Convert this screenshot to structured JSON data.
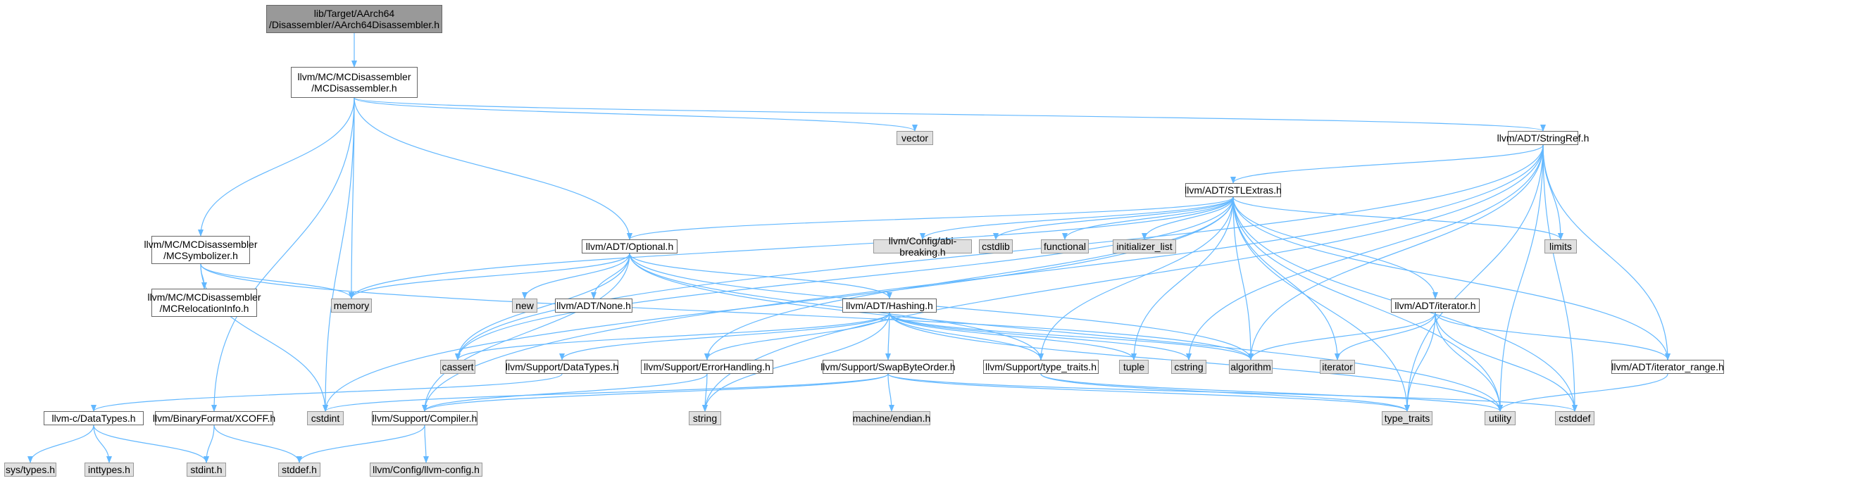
{
  "colors": {
    "edge": "#63b8ff",
    "root_fill": "#999999",
    "header_fill": "#ffffff",
    "std_fill": "#e0e0e0",
    "border": "#666666"
  },
  "nodes": {
    "root": "lib/Target/AArch64\n/Disassembler/AArch64Disassembler.h",
    "mcdisassembler": "llvm/MC/MCDisassembler\n/MCDisassembler.h",
    "mcsymbolizer": "llvm/MC/MCDisassembler\n/MCSymbolizer.h",
    "mcrelocationinfo": "llvm/MC/MCDisassembler\n/MCRelocationInfo.h",
    "optional": "llvm/ADT/Optional.h",
    "stringref": "llvm/ADT/StringRef.h",
    "stlextras": "llvm/ADT/STLExtras.h",
    "hashing": "llvm/ADT/Hashing.h",
    "iterator_h": "llvm/ADT/iterator.h",
    "iterator_range": "llvm/ADT/iterator_range.h",
    "none": "llvm/ADT/None.h",
    "datatypes_support": "llvm/Support/DataTypes.h",
    "errorhandling": "llvm/Support/ErrorHandling.h",
    "swapbyteorder": "llvm/Support/SwapByteOrder.h",
    "type_traits_support": "llvm/Support/type_traits.h",
    "compiler": "llvm/Support/Compiler.h",
    "c_datatypes": "llvm-c/DataTypes.h",
    "xcoff": "llvm/BinaryFormat/XCOFF.h",
    "abi_breaking": "llvm/Config/abi-breaking.h",
    "llvm_config": "llvm/Config/llvm-config.h",
    "machine_endian": "machine/endian.h",
    "vector": "vector",
    "limits": "limits",
    "memory": "memory",
    "new": "new",
    "cstdlib": "cstdlib",
    "functional": "functional",
    "initializer_list": "initializer_list",
    "cassert": "cassert",
    "tuple": "tuple",
    "cstring": "cstring",
    "algorithm": "algorithm",
    "iterator": "iterator",
    "cstdint": "cstdint",
    "string": "string",
    "type_traits": "type_traits",
    "utility": "utility",
    "cstddef": "cstddef",
    "sys_types": "sys/types.h",
    "inttypes": "inttypes.h",
    "stdint": "stdint.h",
    "stddef": "stddef.h"
  }
}
